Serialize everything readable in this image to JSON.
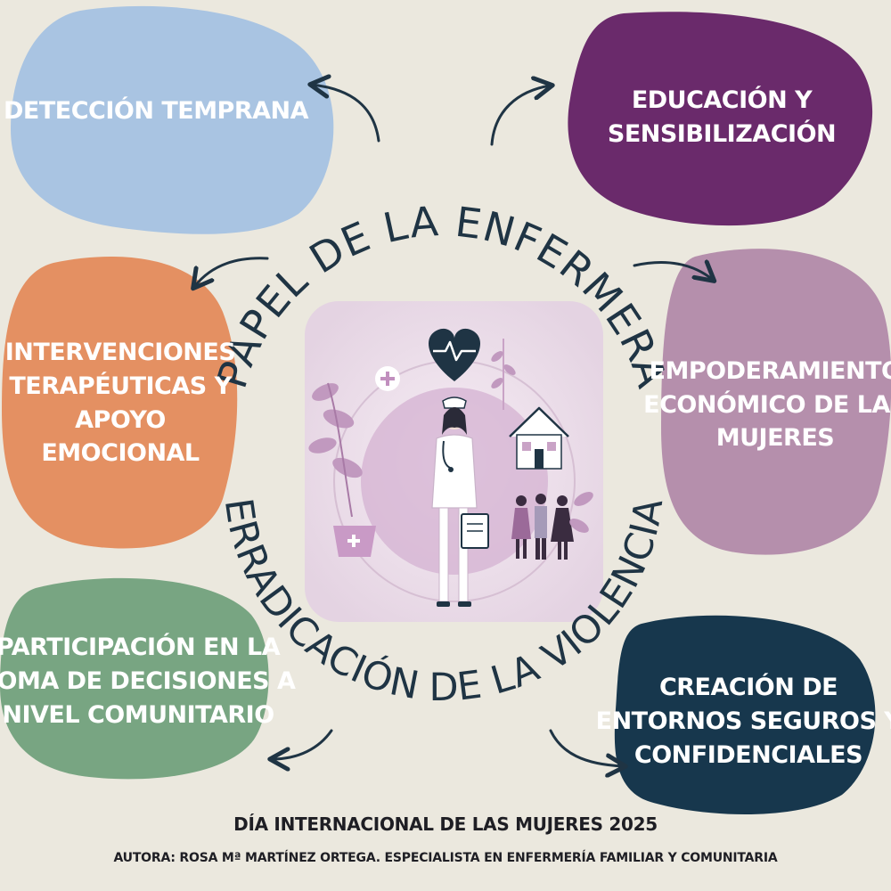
{
  "colors": {
    "background": "#ebe8de",
    "blue": "#a9c4e2",
    "purple": "#6a2a6b",
    "orange": "#e49062",
    "mauve": "#b58fac",
    "green": "#78a582",
    "navy": "#17374d",
    "arc_text": "#1f3444"
  },
  "arc_text": {
    "top": "PAPEL DE LA ENFERMERA",
    "bottom": "ERRADICACIÓN DE LA VIOLENCIA"
  },
  "blobs": {
    "deteccion": [
      "DETECCIÓN TEMPRANA"
    ],
    "educacion": [
      "EDUCACIÓN Y",
      "SENSIBILIZACIÓN"
    ],
    "intervenciones": [
      "INTERVENCIONES",
      "TERAPÉUTICAS Y",
      "APOYO",
      "EMOCIONAL"
    ],
    "empoderamiento": [
      "EMPODERAMIENTO",
      "ECONÓMICO DE LAS",
      "MUJERES"
    ],
    "participacion": [
      "PARTICIPACIÓN EN LA",
      "TOMA DE DECISIONES A",
      "NIVEL COMUNITARIO"
    ],
    "creacion": [
      "CREACIÓN DE",
      "ENTORNOS SEGUROS Y",
      "CONFIDENCIALES"
    ]
  },
  "footer": {
    "title": "DÍA INTERNACIONAL DE LAS MUJERES 2025",
    "subtitle": "AUTORA: ROSA Mª MARTÍNEZ ORTEGA. ESPECIALISTA EN ENFERMERÍA FAMILIAR Y COMUNITARIA"
  }
}
